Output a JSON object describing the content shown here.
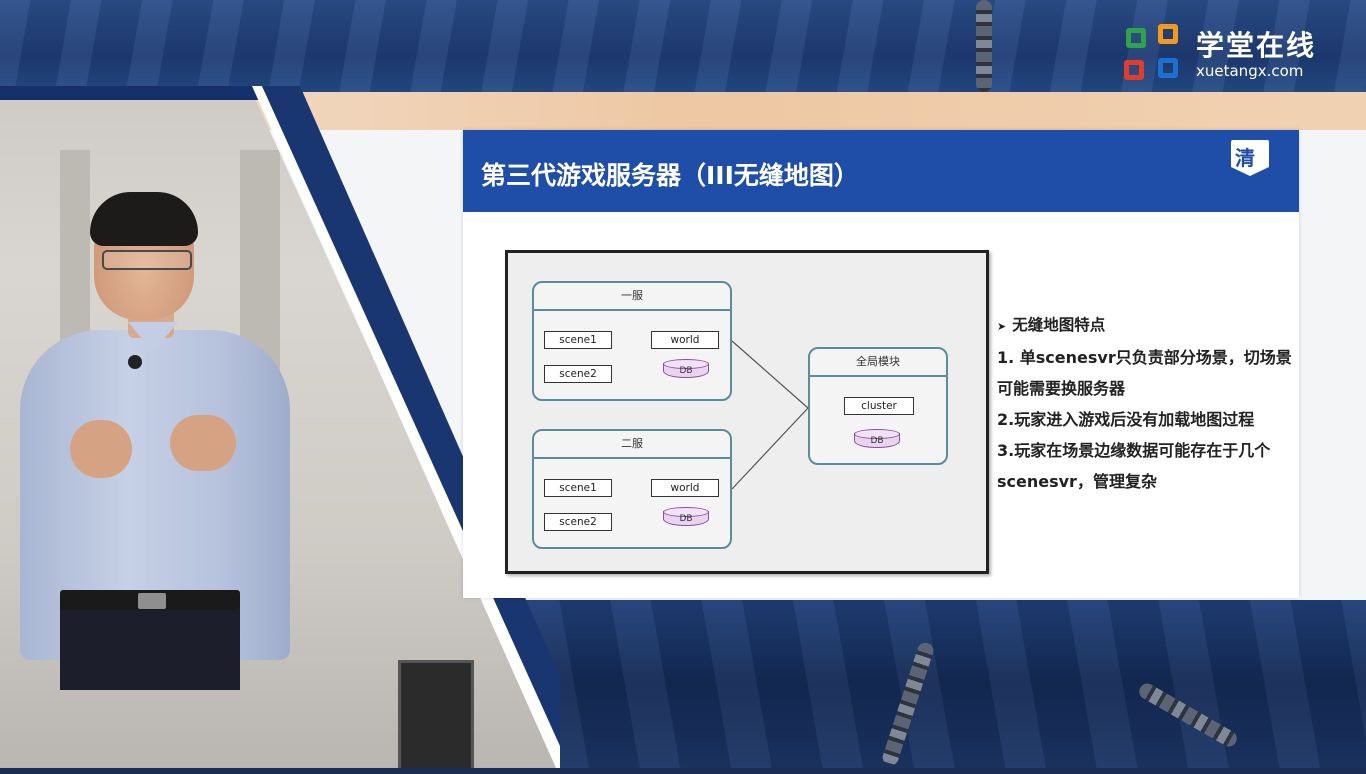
{
  "logo": {
    "name_cn": "学堂在线",
    "domain": "xuetangx.com",
    "colors": [
      "#2fa34a",
      "#f39a1e",
      "#e23c2b",
      "#1d6fd1"
    ]
  },
  "slide": {
    "title": "第三代游戏服务器（III无缝地图）",
    "header_color": "#1f4ea8",
    "badge_icon": "tsinghua-badge-icon",
    "diagram": {
      "server_one": {
        "title": "一服",
        "scene_a": "scene1",
        "scene_b": "scene2",
        "world": "world",
        "db": "DB"
      },
      "server_two": {
        "title": "二服",
        "scene_a": "scene1",
        "scene_b": "scene2",
        "world": "world",
        "db": "DB"
      },
      "global": {
        "title": "全局模块",
        "cluster": "cluster",
        "db": "DB"
      }
    },
    "bullets": {
      "heading": "无缝地图特点",
      "items": [
        "1. 单scenesvr只负责部分场景，切场景可能需要换服务器",
        "2.玩家进入游戏后没有加载地图过程",
        "3.玩家在场景边缘数据可能存在于几个scenesvr，管理复杂"
      ]
    }
  },
  "speaker": {
    "icon": "lecturer-video-feed"
  }
}
